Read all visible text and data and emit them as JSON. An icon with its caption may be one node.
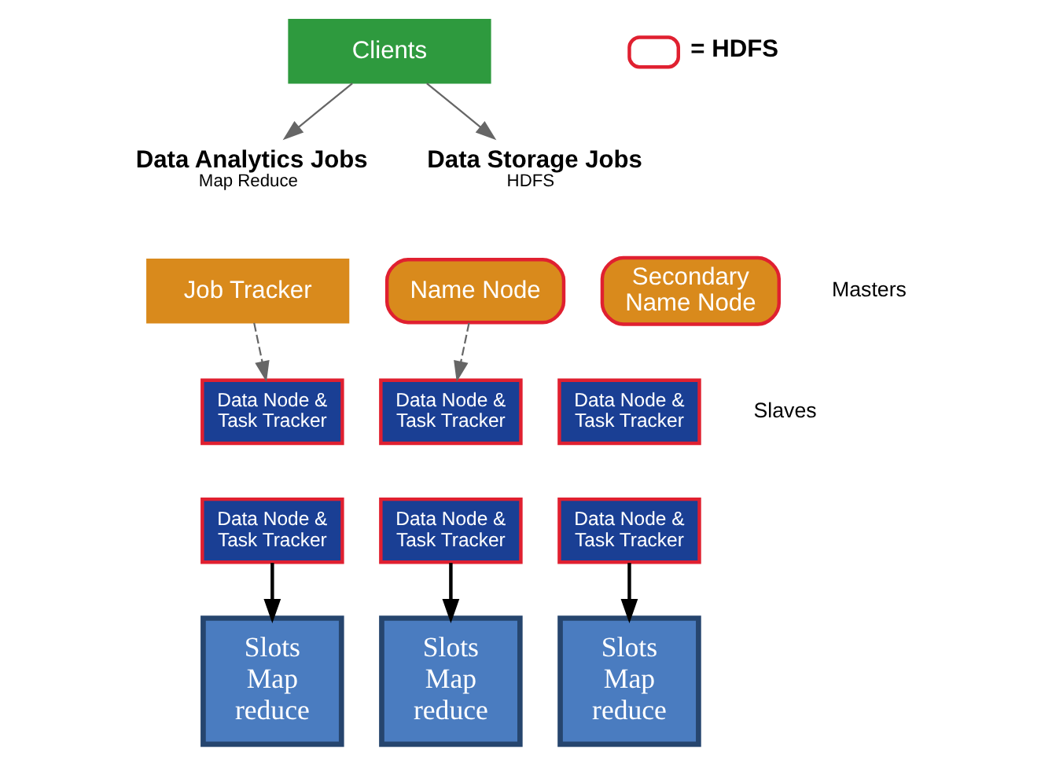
{
  "diagram": {
    "nodes": [
      {
        "text": [
          "Clients"
        ]
      },
      {
        "text": [
          "Data Analytics Jobs",
          "Map Reduce"
        ]
      },
      {
        "text": [
          "Data Storage Jobs",
          "HDFS"
        ]
      },
      {
        "text": [
          "Job Tracker"
        ]
      },
      {
        "text": [
          "Name Node"
        ]
      },
      {
        "text": [
          "Secondary Name Node"
        ]
      },
      {
        "text": [
          "Data Node & Task Tracker"
        ]
      },
      {
        "text": [
          "Data Node & Task Tracker"
        ]
      },
      {
        "text": [
          "Data Node & Task Tracker"
        ]
      },
      {
        "text": [
          "Data Node & Task Tracker"
        ]
      },
      {
        "text": [
          "Data Node & Task Tracker"
        ]
      },
      {
        "text": [
          "Data Node & Task Tracker"
        ]
      },
      {
        "text": [
          "Slots Map reduce"
        ]
      },
      {
        "text": [
          "Slots Map reduce"
        ]
      },
      {
        "text": [
          "Slots Map reduce"
        ]
      }
    ],
    "edges": [
      {
        "from": 0,
        "to": 1,
        "arrow": "to"
      },
      {
        "from": 0,
        "to": 2,
        "arrow": "to"
      },
      {
        "from": 3,
        "to": 6,
        "arrow": "to",
        "style": "dashed"
      },
      {
        "from": 4,
        "to": 7,
        "arrow": "to",
        "style": "dashed"
      },
      {
        "from": 9,
        "to": 12,
        "arrow": "to",
        "color": "#000000"
      },
      {
        "from": 10,
        "to": 13,
        "arrow": "to",
        "color": "#000000"
      },
      {
        "from": 11,
        "to": 14,
        "arrow": "to",
        "color": "#000000"
      }
    ],
    "labels": [
      "Masters",
      "Slaves"
    ],
    "legend": [
      {
        "text": "= HDFS"
      }
    ]
  }
}
